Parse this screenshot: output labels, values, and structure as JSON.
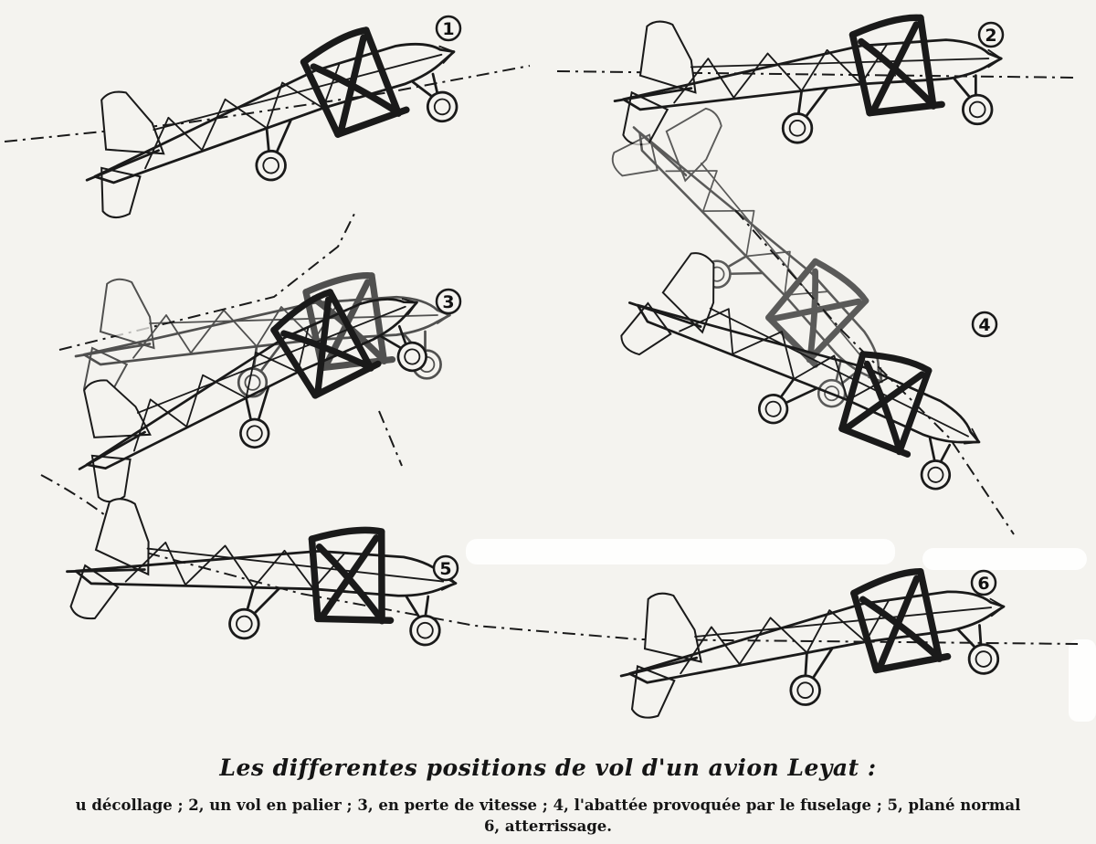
{
  "caption": {
    "title": "Les differentes positions de vol d'un avion Leyat :",
    "line1": "u décollage ; 2, un vol en palier ; 3, en perte de vitesse ; 4, l'abattée provoquée par le fuselage ; 5, plané normal",
    "line2": "6, atterrissage."
  },
  "positions": [
    {
      "number": "1"
    },
    {
      "number": "2"
    },
    {
      "number": "3"
    },
    {
      "number": "4"
    },
    {
      "number": "5"
    },
    {
      "number": "6"
    }
  ]
}
